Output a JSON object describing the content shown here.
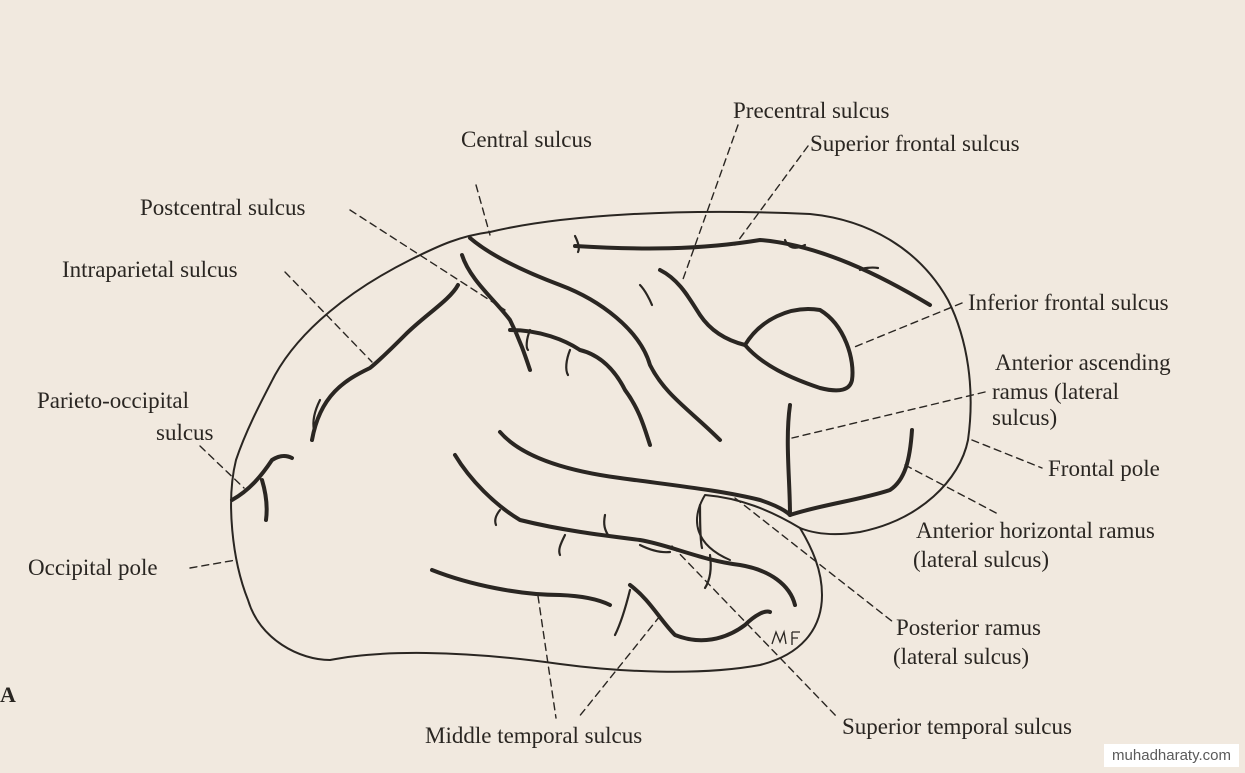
{
  "labels": {
    "precentral": "Precentral sulcus",
    "central": "Central sulcus",
    "superior_frontal": "Superior frontal sulcus",
    "postcentral": "Postcentral sulcus",
    "intraparietal": "Intraparietal sulcus",
    "inferior_frontal": "Inferior frontal sulcus",
    "anterior_ascending_1": "Anterior ascending",
    "anterior_ascending_2": "ramus (lateral",
    "anterior_ascending_3": "sulcus)",
    "parieto_occipital_1": "Parieto-occipital",
    "parieto_occipital_2": "sulcus",
    "frontal_pole": "Frontal pole",
    "anterior_horizontal_1": "Anterior horizontal ramus",
    "anterior_horizontal_2": "(lateral sulcus)",
    "occipital_pole": "Occipital pole",
    "posterior_ramus_1": "Posterior ramus",
    "posterior_ramus_2": "(lateral sulcus)",
    "superior_temporal": "Superior temporal sulcus",
    "middle_temporal": "Middle temporal sulcus"
  },
  "figure_letter": "A",
  "signature": "MF",
  "watermark": "muhadharaty.com",
  "colors": {
    "paper": "#f1e9df",
    "ink": "#2a2622"
  }
}
